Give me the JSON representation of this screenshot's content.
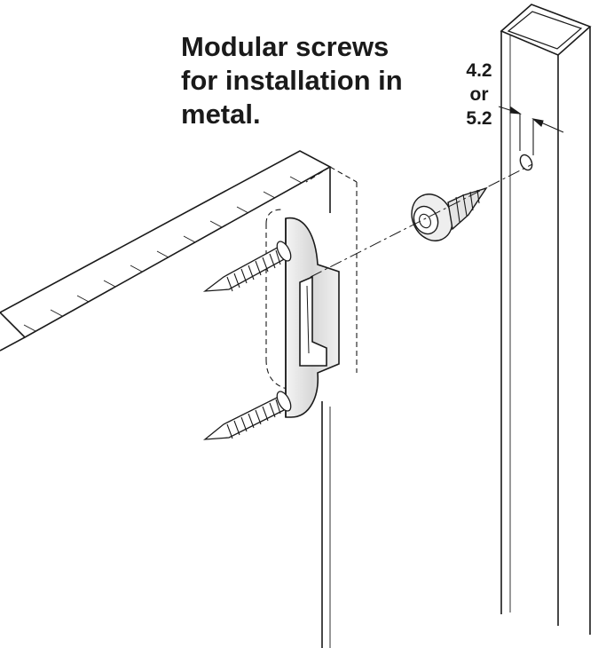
{
  "caption": {
    "lines": [
      "Modular screws",
      "for installation in",
      "metal."
    ]
  },
  "dimension": {
    "lines": [
      "4.2",
      "or",
      "5.2"
    ]
  },
  "colors": {
    "ink": "#1a1a1a",
    "part_fill": "#e6e6e6",
    "background": "#ffffff"
  }
}
